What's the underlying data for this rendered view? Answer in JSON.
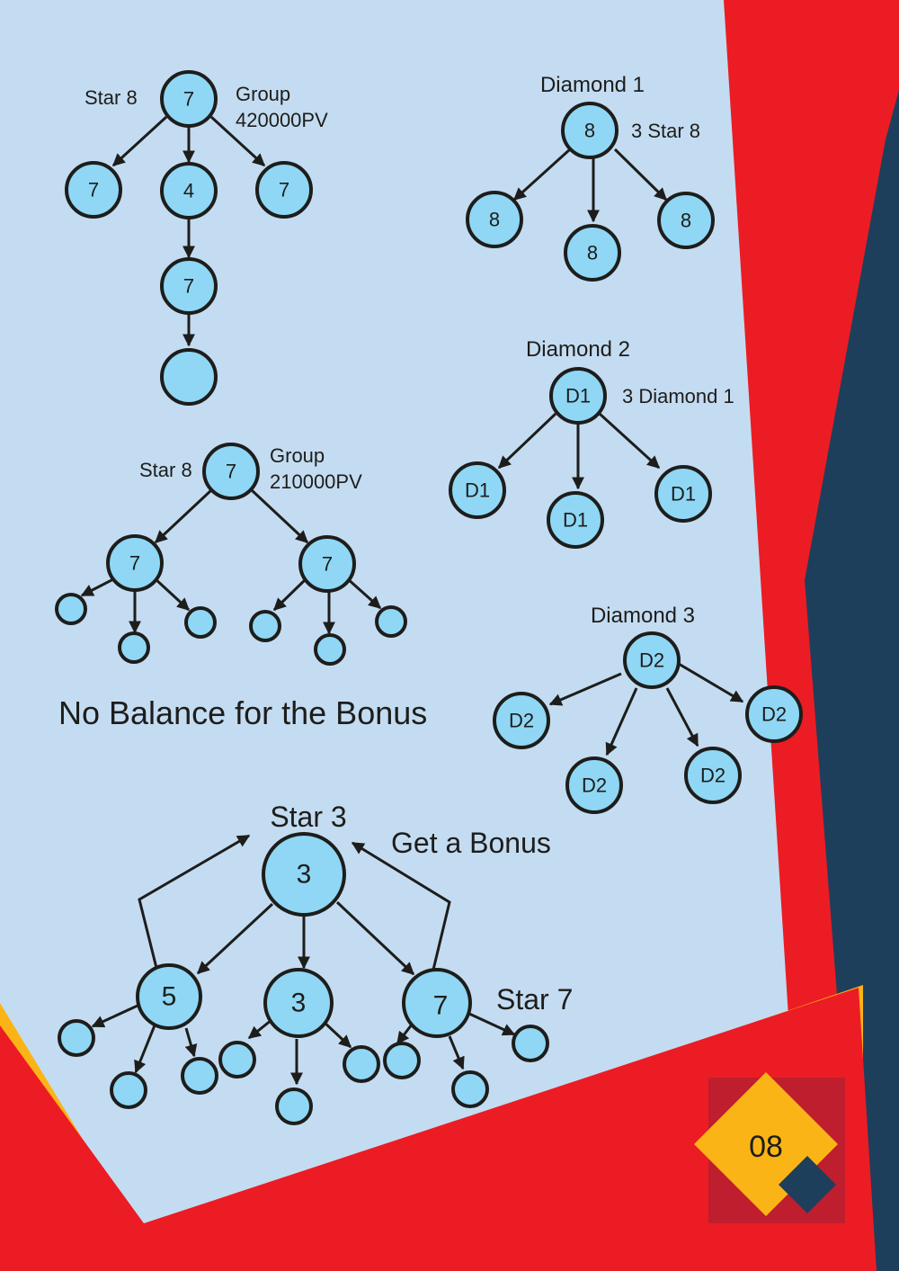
{
  "colors": {
    "background": "#c4dcf1",
    "red": "#ec1c24",
    "navy": "#1e3f5c",
    "yellow": "#fbb416",
    "node_fill": "#8fd7f5",
    "stroke": "#1d1d1b"
  },
  "page_number": "08",
  "star8_group420k": {
    "rank_label": "Star 8",
    "group_label": "Group",
    "pv_label": "420000PV",
    "nodes": [
      "7",
      "7",
      "4",
      "7",
      "7",
      ""
    ]
  },
  "star8_group210k": {
    "rank_label": "Star 8",
    "group_label": "Group",
    "pv_label": "210000PV",
    "nodes": [
      "7",
      "7",
      "7"
    ]
  },
  "no_balance_caption": "No Balance for the Bonus",
  "diamond1": {
    "title": "Diamond 1",
    "requirement": "3 Star 8",
    "nodes": [
      "8",
      "8",
      "8",
      "8"
    ]
  },
  "diamond2": {
    "title": "Diamond 2",
    "requirement": "3 Diamond 1",
    "nodes": [
      "D1",
      "D1",
      "D1",
      "D1"
    ]
  },
  "diamond3": {
    "title": "Diamond 3",
    "nodes": [
      "D2",
      "D2",
      "D2",
      "D2",
      "D2"
    ]
  },
  "star3_bonus": {
    "title": "Star 3",
    "bonus_label": "Get a Bonus",
    "side_label": "Star 7",
    "nodes": [
      "3",
      "5",
      "3",
      "7"
    ]
  }
}
